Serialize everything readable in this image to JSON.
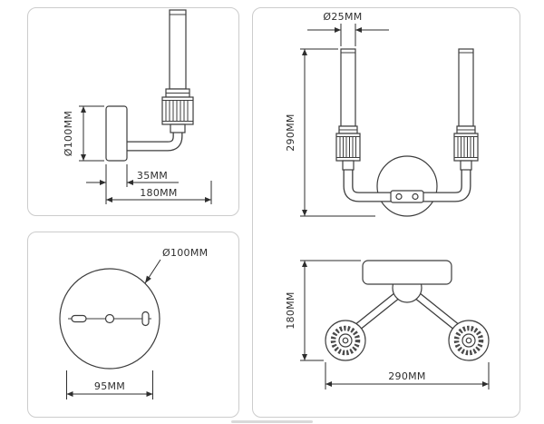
{
  "sheet": {
    "background": "#ffffff",
    "panel_border_color": "#cccccc",
    "line_color": "#3d3d3d",
    "text_color": "#2e2e2e"
  },
  "side_view": {
    "dim_backplate_diameter": "Ø100MM",
    "dim_backplate_depth": "35MM",
    "dim_projection": "180MM"
  },
  "backplate_view": {
    "dim_diameter": "Ø100MM",
    "dim_mount_spacing": "95MM"
  },
  "front_view": {
    "dim_candle_diameter": "Ø25MM",
    "dim_height": "290MM"
  },
  "bottom_view": {
    "dim_projection": "180MM",
    "dim_width": "290MM"
  }
}
